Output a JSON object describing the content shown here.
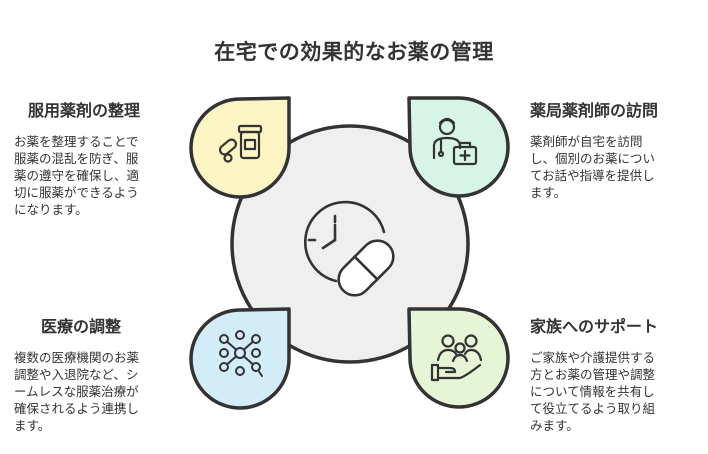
{
  "title": "在宅での効果的なお薬の管理",
  "colors": {
    "stroke": "#333333",
    "center_fill": "#efefef",
    "yellow": "#fdf5c4",
    "mint": "#d7f5e7",
    "blue": "#d3edf8",
    "green": "#e6f5d5"
  },
  "sections": [
    {
      "heading": "服用薬剤の整理",
      "lines": [
        "お薬を整理することで",
        "服薬の混乱を防ぎ、服",
        "薬の遵守を確保し、適",
        "切に服薬ができるよう",
        "になります。"
      ],
      "icon": "pill-bottle-icon",
      "color": "yellow"
    },
    {
      "heading": "薬局薬剤師の訪問",
      "lines": [
        "薬剤師が自宅を訪問",
        "し、個別のお薬につい",
        "てお話や指導を提供し",
        "ます。"
      ],
      "icon": "pharmacist-medkit-icon",
      "color": "mint"
    },
    {
      "heading": "医療の調整",
      "lines": [
        "複数の医療機関のお薬",
        "調整や入退院など、シ",
        "ームレスな服薬治療が",
        "確保されるよう連携し",
        "ます。"
      ],
      "icon": "network-nodes-icon",
      "color": "blue"
    },
    {
      "heading": "家族へのサポート",
      "lines": [
        "ご家族や介護提供する",
        "方とお薬の管理や調整",
        "について情報を共有し",
        "て役立てるよう取り組",
        "みます。"
      ],
      "icon": "family-support-icon",
      "color": "green"
    }
  ]
}
